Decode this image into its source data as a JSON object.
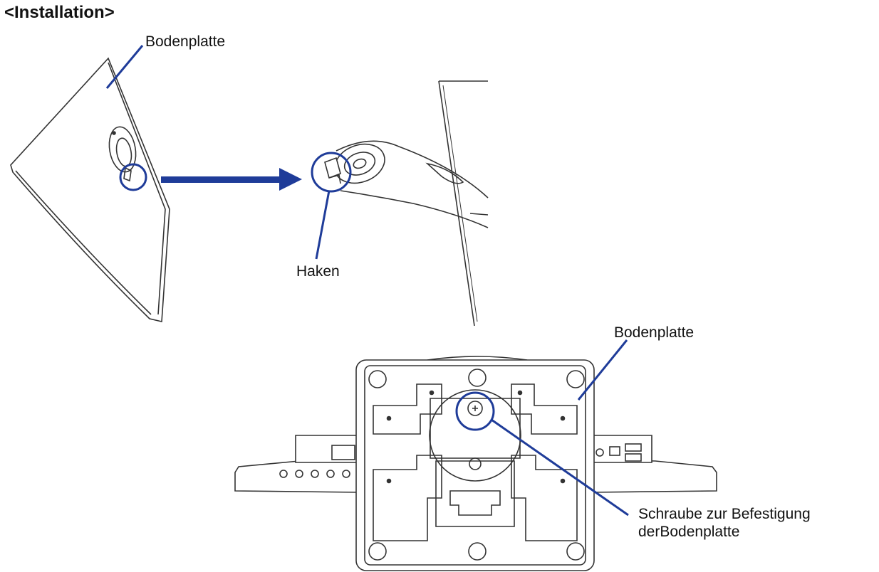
{
  "page": {
    "title": "<Installation>"
  },
  "labels": {
    "bodenplatte_top": "Bodenplatte",
    "haken": "Haken",
    "bodenplatte_bottom": "Bodenplatte",
    "screw_line1": "Schraube zur Befestigung",
    "screw_line2": "derBodenplatte"
  },
  "colors": {
    "accent": "#1f3c99",
    "line": "#333333",
    "background": "#ffffff"
  }
}
